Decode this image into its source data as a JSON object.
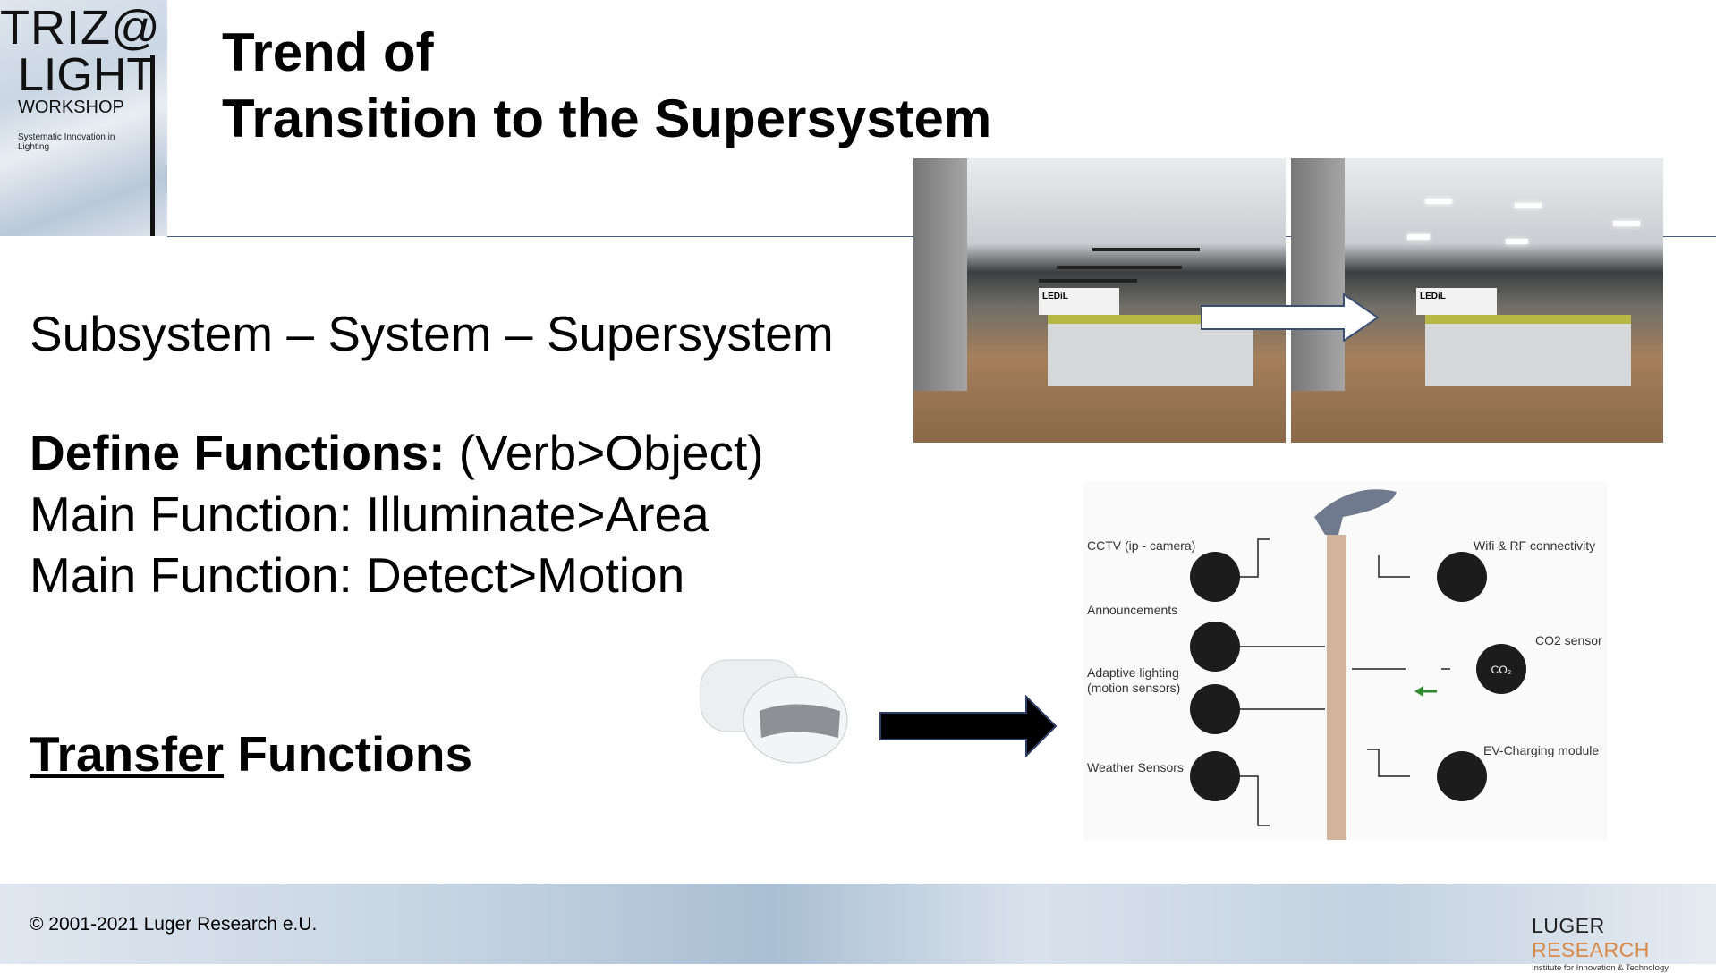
{
  "logo": {
    "line1": "TRIZ@",
    "line2": "LIGHT",
    "line3": "WORKSHOP",
    "tagline": "Systematic Innovation in Lighting"
  },
  "title": {
    "line1": "Trend of",
    "line2": "Transition to the Supersystem"
  },
  "content": {
    "hierarchy": "Subsystem – System – Supersystem",
    "define_bold": "Define Functions:",
    "define_rest": " (Verb>Object)",
    "main1": "Main Function: Illuminate>Area",
    "main2": "Main Function: Detect>Motion",
    "transfer_underlined": "Transfer",
    "transfer_rest": " Functions"
  },
  "photos": {
    "sign_text": "LEDiL"
  },
  "diagram": {
    "labels": {
      "cctv": "CCTV (ip - camera)",
      "announcements": "Announcements",
      "adaptive": "Adaptive lighting (motion sensors)",
      "weather": "Weather Sensors",
      "wifi": "Wifi & RF connectivity",
      "co2": "CO2 sensor",
      "co2_icon": "CO₂",
      "ev": "EV-Charging module"
    }
  },
  "footer": {
    "copyright": "© 2001-2021 Luger Research e.U.",
    "brand_a": "LUGER",
    "brand_b": "RESEARCH",
    "brand_sub": "Institute for Innovation & Technology"
  }
}
